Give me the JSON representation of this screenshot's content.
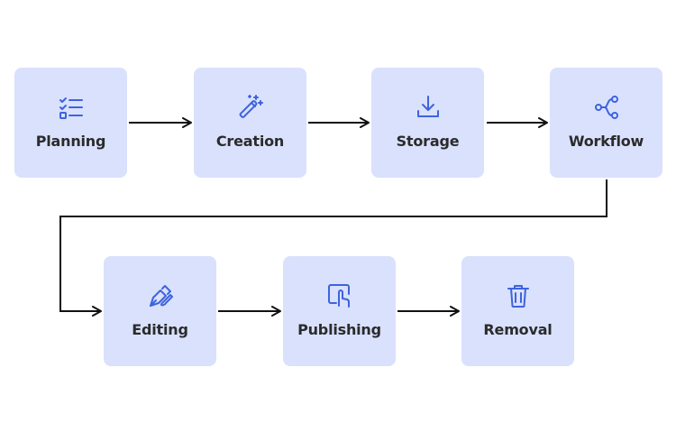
{
  "accent_color": "#3e63dd",
  "node_fill": "#d9e1fd",
  "steps": [
    {
      "label": "Planning",
      "icon": "checklist-icon"
    },
    {
      "label": "Creation",
      "icon": "magic-wand-icon"
    },
    {
      "label": "Storage",
      "icon": "download-tray-icon"
    },
    {
      "label": "Workflow",
      "icon": "branch-nodes-icon"
    },
    {
      "label": "Editing",
      "icon": "pen-brush-icon"
    },
    {
      "label": "Publishing",
      "icon": "tap-screen-icon"
    },
    {
      "label": "Removal",
      "icon": "trash-icon"
    }
  ]
}
